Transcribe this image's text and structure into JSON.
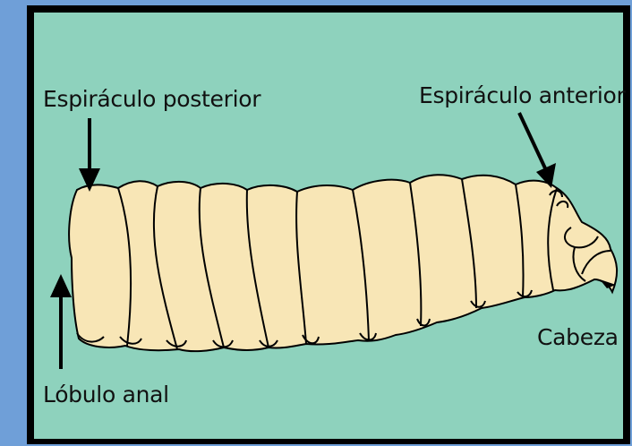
{
  "labels": {
    "posterior_spiracle": "Espiráculo posterior",
    "anterior_spiracle": "Espiráculo anterior",
    "head": "Cabeza",
    "anal_lobe": "Lóbulo anal"
  },
  "colors": {
    "background": "#6f9fd8",
    "frame": "#000000",
    "panel": "#8ed2bd",
    "larva_fill": "#f8e6b6",
    "outline": "#000000"
  }
}
